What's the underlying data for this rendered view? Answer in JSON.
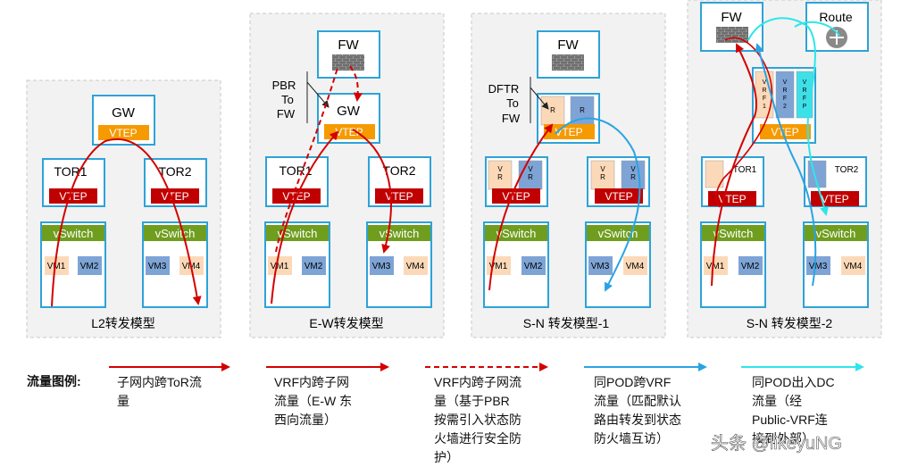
{
  "colors": {
    "panel_bg": "#f2f2f2",
    "box_border": "#2da3d8",
    "vtep_orange": "#f59a00",
    "vtep_red": "#c00000",
    "vswitch_green": "#6f9d1e",
    "vm_peach": "#fbd9b8",
    "vm_blue": "#7ea4d6",
    "flow_red": "#d40000",
    "flow_blue": "#2aa3e3",
    "flow_cyan": "#2ee6ea"
  },
  "labels": {
    "gw": "GW",
    "fw": "FW",
    "route": "Route",
    "vtep": "VTEP",
    "tor1": "TOR1",
    "tor2": "TOR2",
    "vswitch": "vSwitch",
    "vm1": "VM1",
    "vm2": "VM2",
    "vm3": "VM3",
    "vm4": "VM4",
    "vrf1_chars": [
      "V",
      "R",
      "F",
      "1"
    ],
    "vrf2_chars": [
      "V",
      "R",
      "F",
      "2"
    ],
    "vrfp_chars": [
      "V",
      "R",
      "F",
      "P"
    ]
  },
  "panels": {
    "l2": "L2转发模型",
    "ew": "E-W转发模型",
    "sn1": "S-N 转发模型-1",
    "sn2": "S-N 转发模型-2"
  },
  "annotations": {
    "pbr": [
      "PBR",
      "To",
      "FW"
    ],
    "dftr": [
      "DFTR",
      "To",
      "FW"
    ]
  },
  "legend": {
    "title": "流量图例:",
    "items": [
      {
        "lines": [
          "子网内跨ToR流",
          "量"
        ],
        "color": "#d40000",
        "style": "solid"
      },
      {
        "lines": [
          "VRF内跨子网",
          "流量（E-W 东",
          "西向流量）"
        ],
        "color": "#d40000",
        "style": "solid"
      },
      {
        "lines": [
          "VRF内跨子网流",
          "量（基于PBR",
          "按需引入状态防",
          "火墙进行安全防",
          "护）"
        ],
        "color": "#d40000",
        "style": "dashed"
      },
      {
        "lines": [
          "同POD跨VRF",
          "流量（匹配默认",
          "路由转发到状态",
          "防火墙互访）"
        ],
        "color": "#2aa3e3",
        "style": "solid"
      },
      {
        "lines": [
          "同POD出入DC",
          "流量（经",
          "Public-VRF连",
          "接到外部）"
        ],
        "color": "#2ee6ea",
        "style": "solid"
      }
    ]
  },
  "watermark": "头条 @likeyuNG"
}
